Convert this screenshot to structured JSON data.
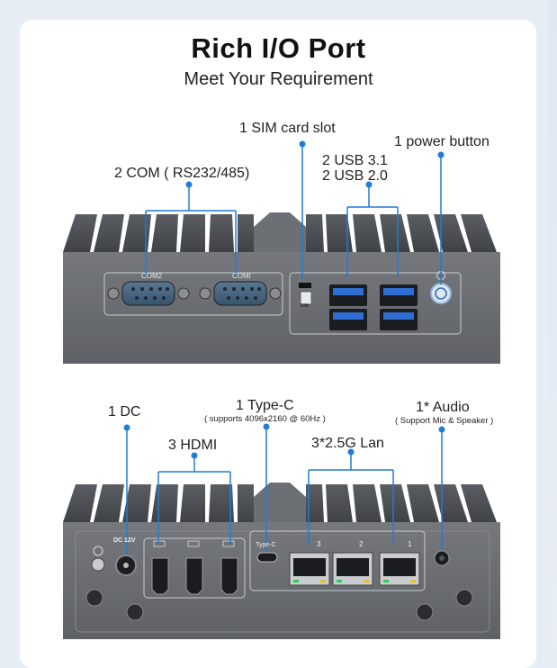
{
  "header": {
    "title": "Rich I/O Port",
    "subtitle": "Meet Your Requirement"
  },
  "front_panel": {
    "labels": {
      "sim": "1 SIM card slot",
      "power": "1 power button",
      "com": "2 COM ( RS232/485)",
      "usb31": "2 USB 3.1",
      "usb20": "2 USB 2.0"
    },
    "port_labels": {
      "com2": "COM2",
      "com1": "COMI",
      "sim_icon": "SIM"
    }
  },
  "rear_panel": {
    "labels": {
      "dc": "1 DC",
      "typec": "1 Type-C",
      "typec_note": "( supports 4096x2160 @ 60Hz )",
      "audio": "1* Audio",
      "audio_note": "( Support Mic & Speaker )",
      "hdmi": "3 HDMI",
      "lan": "3*2.5G Lan"
    },
    "port_labels": {
      "dc": "DC 12V",
      "typec": "Type-C",
      "lan3": "3",
      "lan2": "2",
      "lan1": "1"
    }
  },
  "colors": {
    "accent": "#1f7dd6",
    "chassis": "#6f7277",
    "panel": "#5d6066",
    "usb_blue": "#2f6fd3",
    "com_blue": "#4d6d8a"
  }
}
